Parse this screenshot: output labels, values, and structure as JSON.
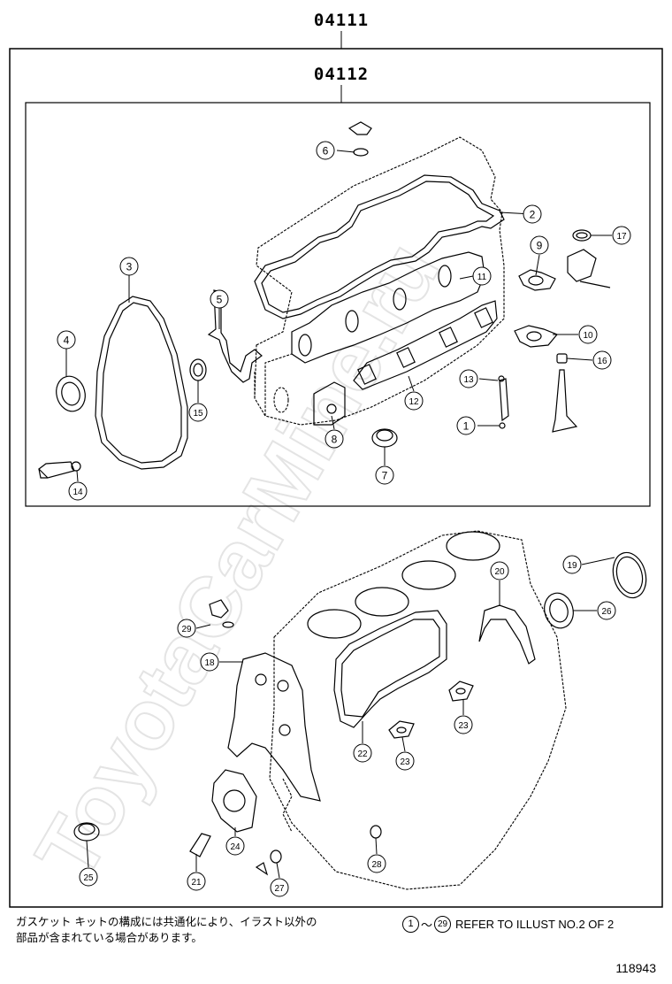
{
  "assemblies": {
    "outer_label": "04111",
    "inner_label": "04112"
  },
  "watermark": "ToyotaCarMine.ru",
  "callouts": {
    "1": "1",
    "2": "2",
    "3": "3",
    "4": "4",
    "5": "5",
    "6": "6",
    "7": "7",
    "8": "8",
    "9": "9",
    "10": "10",
    "11": "11",
    "12": "12",
    "13": "13",
    "14": "14",
    "15": "15",
    "16": "16",
    "17": "17",
    "18": "18",
    "19": "19",
    "20": "20",
    "21": "21",
    "22": "22",
    "23a": "23",
    "23b": "23",
    "24": "24",
    "25": "25",
    "26": "26",
    "27": "27",
    "28": "28",
    "29": "29"
  },
  "footer": {
    "note_line1": "ガスケット キットの構成には共通化により、イラスト以外の",
    "note_line2": "部品が含まれている場合があります。",
    "ref_from": "1",
    "ref_tilde": "～",
    "ref_to": "29",
    "ref_text": "REFER TO ILLUST NO.2 OF 2",
    "figure_number": "118943"
  }
}
